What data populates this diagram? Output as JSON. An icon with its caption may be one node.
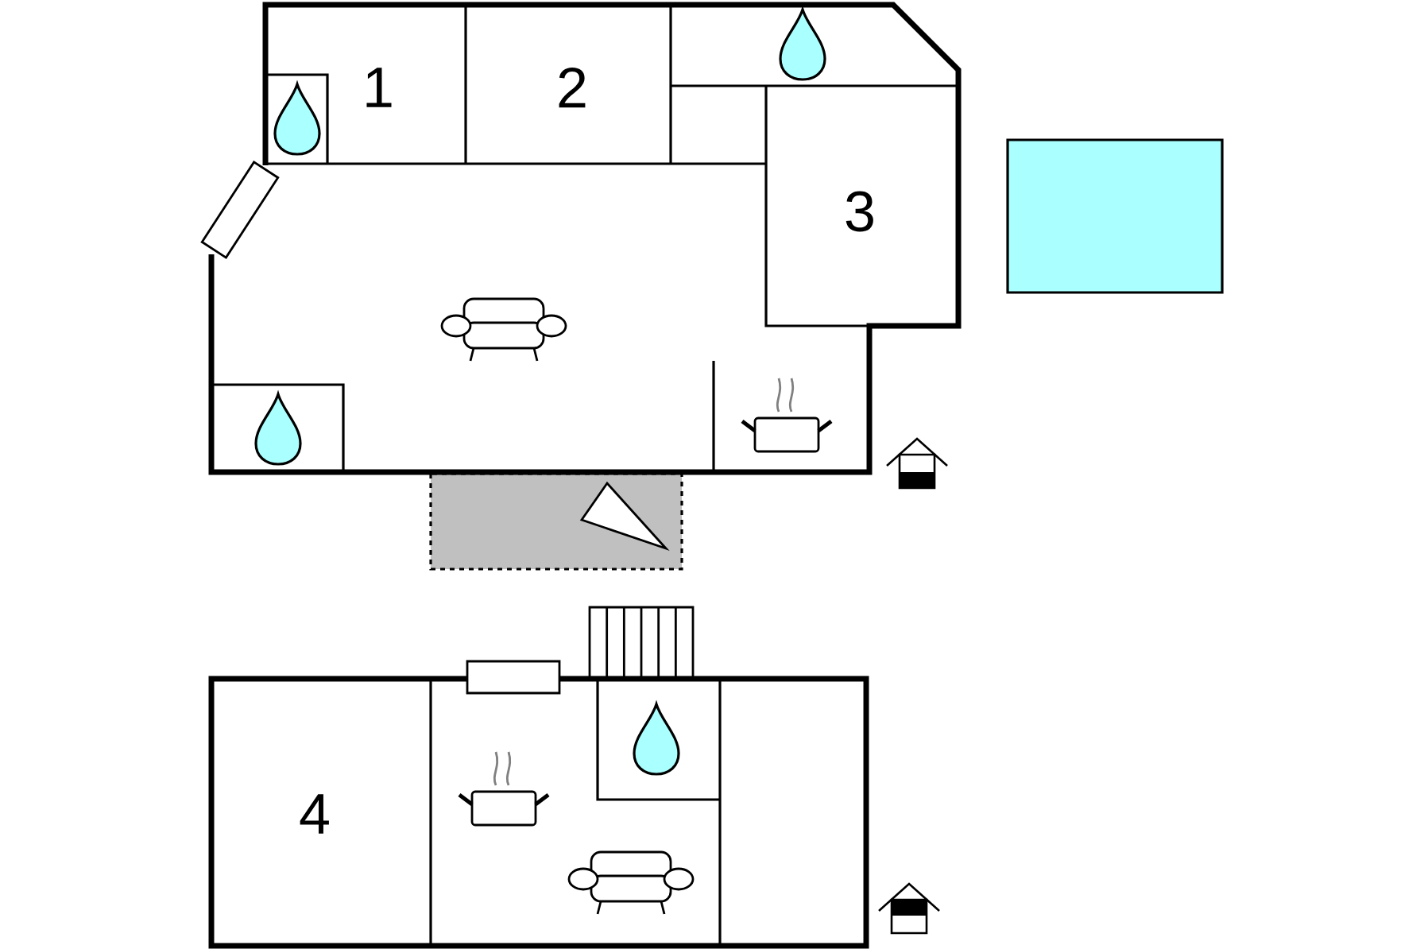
{
  "diagram": {
    "labels": [
      "1",
      "2",
      "3",
      "4"
    ]
  }
}
